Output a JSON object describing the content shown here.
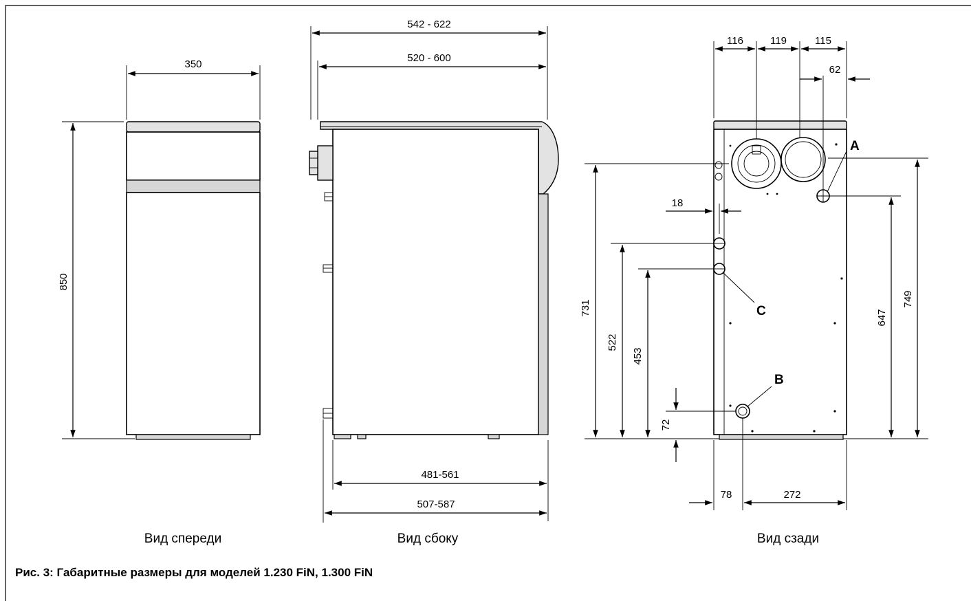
{
  "dimensions": {
    "front_width": "350",
    "front_height": "850",
    "side_top_outer": "542 - 622",
    "side_top_inner": "520 - 600",
    "side_bottom_inner": "481-561",
    "side_bottom_outer": "507-587",
    "rear_top_1": "116",
    "rear_top_2": "119",
    "rear_top_3": "115",
    "rear_62": "62",
    "rear_18": "18",
    "rear_731": "731",
    "rear_522": "522",
    "rear_453": "453",
    "rear_72": "72",
    "rear_647": "647",
    "rear_749": "749",
    "rear_78": "78",
    "rear_272": "272"
  },
  "markers": {
    "a": "A",
    "b": "B",
    "c": "C"
  },
  "views": {
    "front": "Вид спереди",
    "side": "Вид сбоку",
    "rear": "Вид сзади"
  },
  "caption": "Рис. 3: Габаритные размеры для моделей 1.230 FiN, 1.300 FiN"
}
